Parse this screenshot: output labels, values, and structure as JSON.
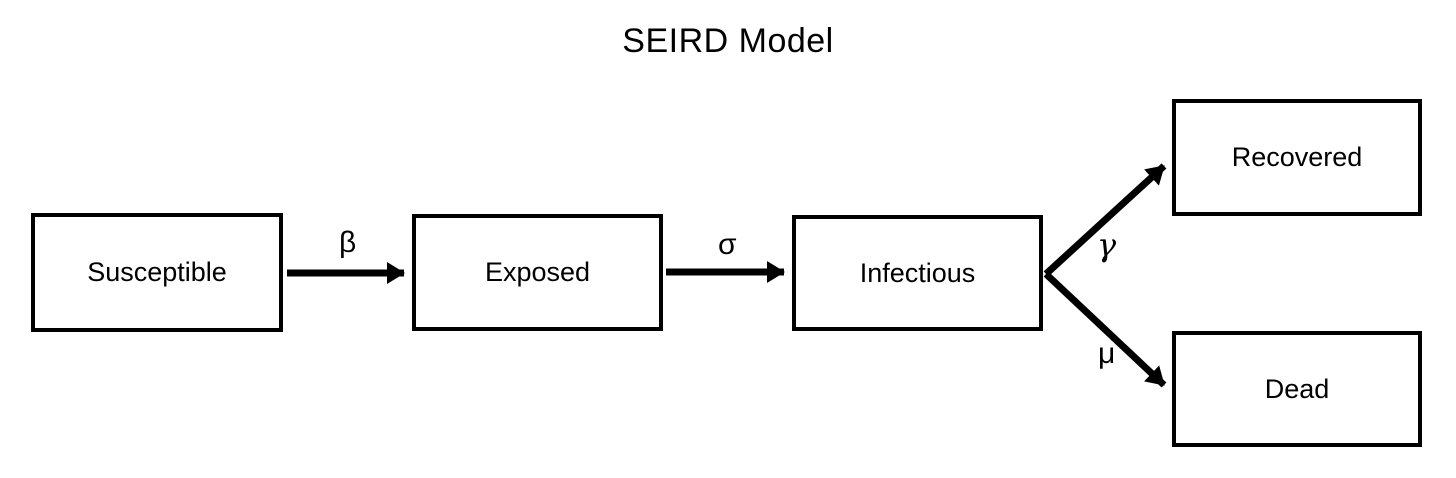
{
  "title": "SEIRD Model",
  "colors": {
    "line": "#000000",
    "background": "#ffffff",
    "text": "#000000"
  },
  "nodes": {
    "susceptible": {
      "label": "Susceptible"
    },
    "exposed": {
      "label": "Exposed"
    },
    "infectious": {
      "label": "Infectious"
    },
    "recovered": {
      "label": "Recovered"
    },
    "dead": {
      "label": "Dead"
    }
  },
  "transitions": {
    "beta": {
      "label": "β",
      "from": "Susceptible",
      "to": "Exposed"
    },
    "sigma": {
      "label": "σ",
      "from": "Exposed",
      "to": "Infectious"
    },
    "gamma": {
      "label": "γ",
      "from": "Infectious",
      "to": "Recovered"
    },
    "mu": {
      "label": "μ",
      "from": "Infectious",
      "to": "Dead"
    }
  }
}
